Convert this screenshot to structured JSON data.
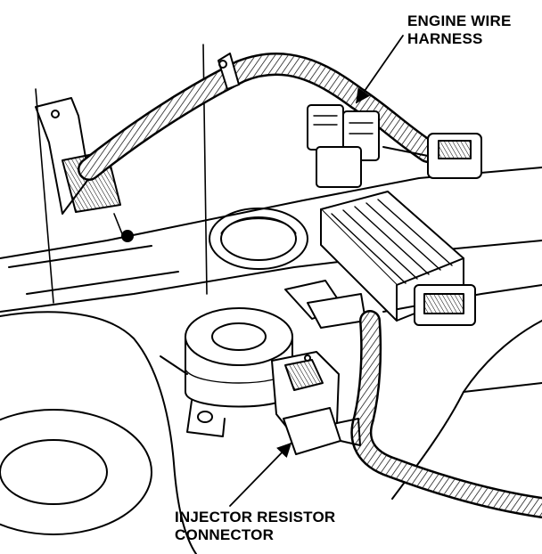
{
  "labels": {
    "engine_wire_harness": [
      "ENGINE WIRE",
      "HARNESS"
    ],
    "injector_resistor_connector": [
      "INJECTOR RESISTOR",
      "CONNECTOR"
    ]
  },
  "colors": {
    "ink": "#000000",
    "paper": "#ffffff"
  }
}
